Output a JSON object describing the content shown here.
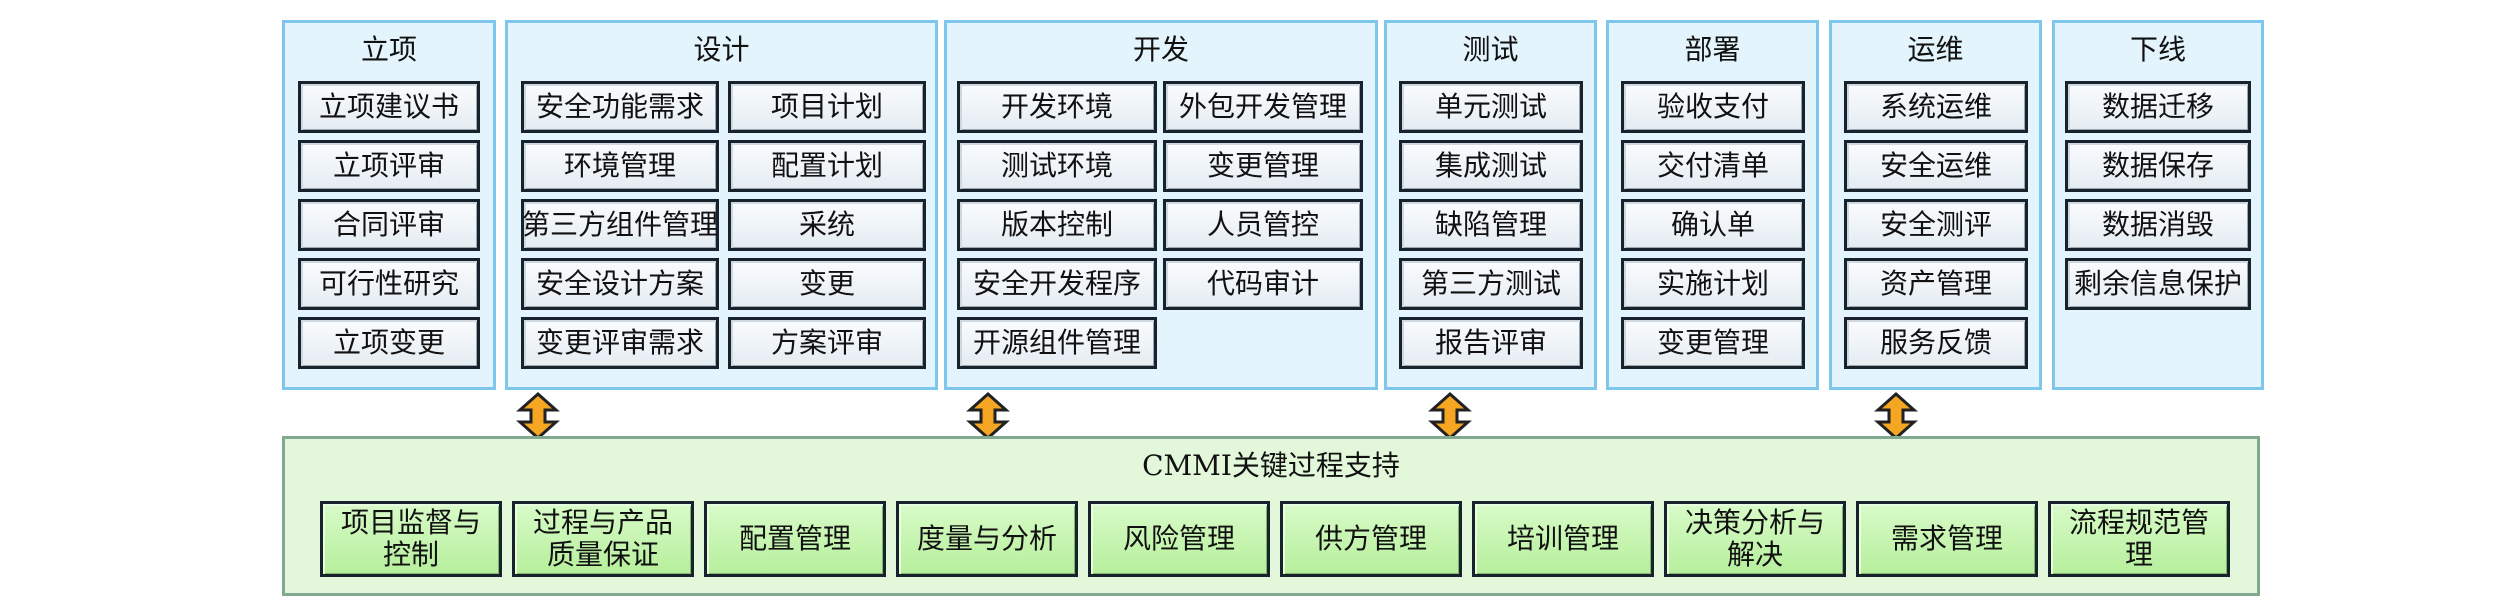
{
  "phases": [
    {
      "title": "立项",
      "items": [
        "立项建议书",
        "立项评审",
        "合同评审",
        "可行性研究",
        "立项变更"
      ]
    },
    {
      "title": "设计",
      "items": [
        "安全功能需求",
        "项目计划",
        "环境管理",
        "配置计划",
        "第三方组件管理",
        "采统",
        "安全设计方案",
        "变更",
        "变更评审需求",
        "方案评审"
      ]
    },
    {
      "title": "开发",
      "items": [
        "开发环境",
        "外包开发管理",
        "测试环境",
        "变更管理",
        "版本控制",
        "人员管控",
        "安全开发程序",
        "代码审计",
        "开源组件管理"
      ]
    },
    {
      "title": "测试",
      "items": [
        "单元测试",
        "集成测试",
        "缺陷管理",
        "第三方测试",
        "报告评审"
      ]
    },
    {
      "title": "部署",
      "items": [
        "验收支付",
        "交付清单",
        "确认单",
        "实施计划",
        "变更管理"
      ]
    },
    {
      "title": "运维",
      "items": [
        "系统运维",
        "安全运维",
        "安全测评",
        "资产管理",
        "服务反馈"
      ]
    },
    {
      "title": "下线",
      "items": [
        "数据迁移",
        "数据保存",
        "数据消毁",
        "剩余信息保护"
      ]
    }
  ],
  "cmmi": {
    "title": "CMMI关键过程支持",
    "items": [
      "项目监督与\n控制",
      "过程与产品\n质量保证",
      "配置管理",
      "度量与分析",
      "风险管理",
      "供方管理",
      "培训管理",
      "决策分析与\n解决",
      "需求管理",
      "流程规范管理"
    ]
  },
  "colors": {
    "phase_fill": "#e3f4fc",
    "phase_border": "#7fc6ec",
    "cmmi_fill": "#e3f7da",
    "cmmi_box_fill": "#b6ef9c",
    "arrow_fill": "#f5a623"
  }
}
